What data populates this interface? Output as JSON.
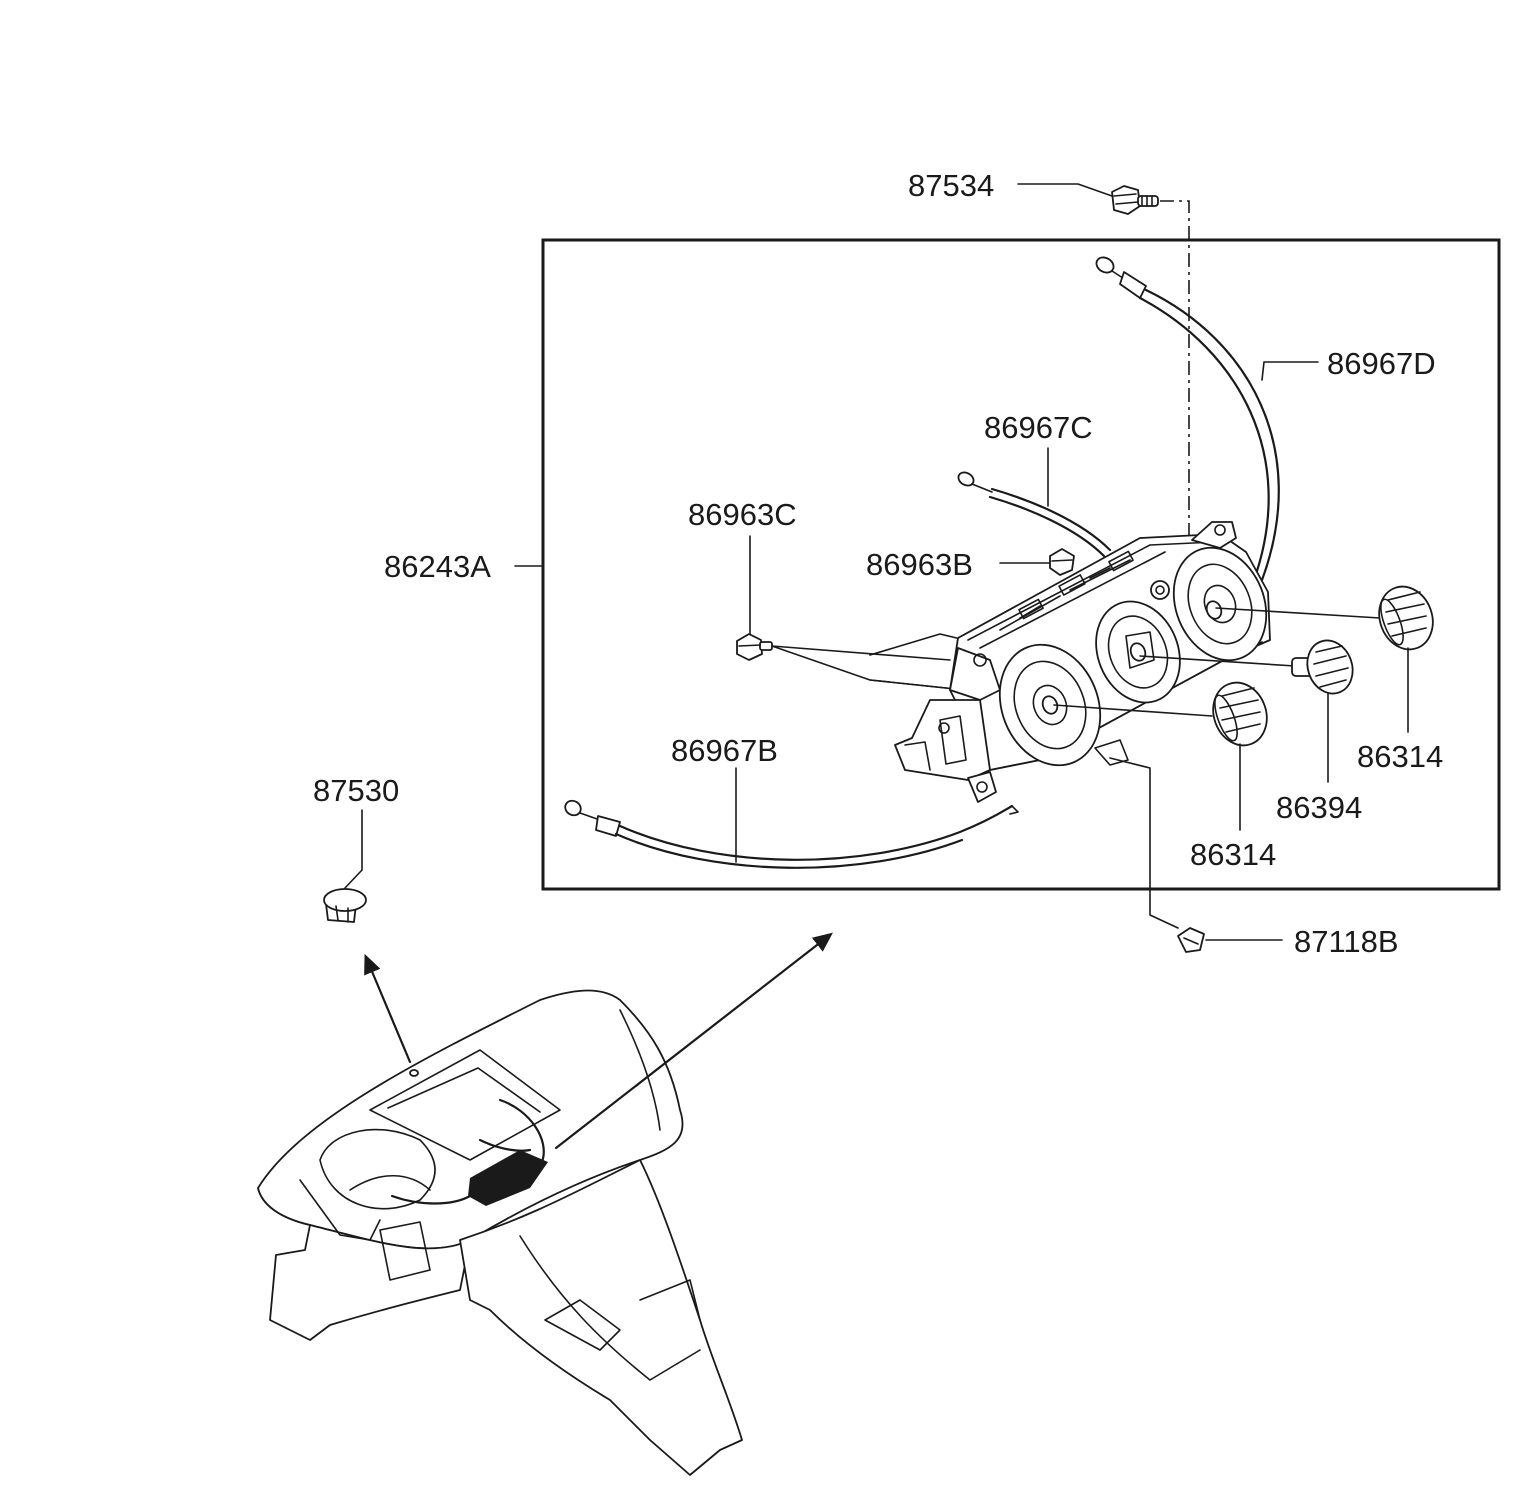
{
  "callouts": {
    "p87534": "87534",
    "p86967D": "86967D",
    "p86967C": "86967C",
    "p86963C": "86963C",
    "p86963B": "86963B",
    "p86243A": "86243A",
    "p86967B": "86967B",
    "p87530": "87530",
    "p86314_right": "86314",
    "p86394": "86394",
    "p86314_center": "86314",
    "p87118B": "87118B"
  }
}
